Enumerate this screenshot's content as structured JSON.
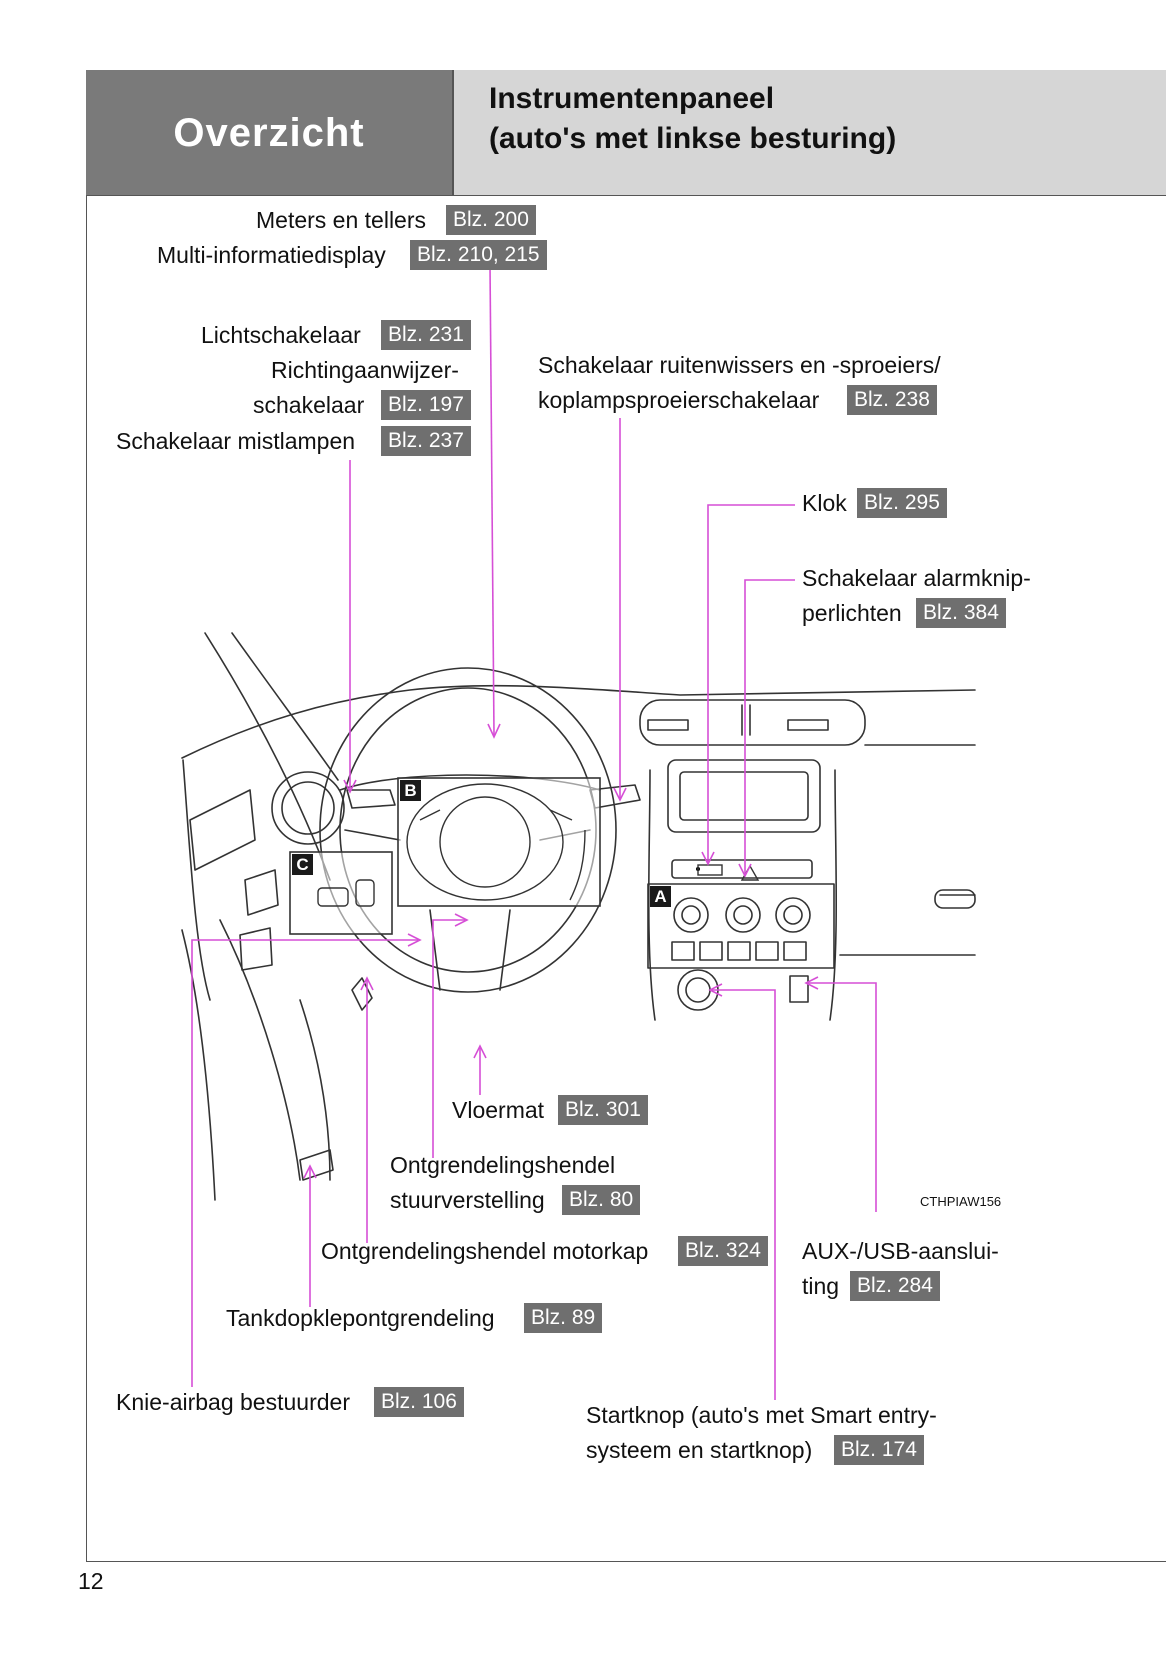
{
  "header": {
    "section": "Overzicht",
    "title_line1": "Instrumentenpaneel",
    "title_line2": "(auto's met linkse besturing)"
  },
  "callouts": {
    "meters": {
      "label": "Meters en tellers",
      "ref": "Blz. 200"
    },
    "multi": {
      "label": "Multi-informatiedisplay",
      "ref": "Blz. 210, 215"
    },
    "licht": {
      "label": "Lichtschakelaar",
      "ref": "Blz. 231"
    },
    "richting": {
      "line1": "Richtingaanwijzer-",
      "line2": "schakelaar",
      "ref": "Blz. 197"
    },
    "mist": {
      "label": "Schakelaar mistlampen",
      "ref": "Blz. 237"
    },
    "wissers": {
      "line1": "Schakelaar ruitenwissers en -sproeiers/",
      "line2": "koplampsproeierschakelaar",
      "ref": "Blz. 238"
    },
    "klok": {
      "label": "Klok",
      "ref": "Blz. 295"
    },
    "alarm": {
      "line1": "Schakelaar alarmknip-",
      "line2": "perlichten",
      "ref": "Blz. 384"
    },
    "vloermat": {
      "label": "Vloermat",
      "ref": "Blz. 301"
    },
    "stuur": {
      "line1": "Ontgrendelingshendel",
      "line2": "stuurverstelling",
      "ref": "Blz. 80"
    },
    "motorkap": {
      "label": "Ontgrendelingshendel motorkap",
      "ref": "Blz. 324"
    },
    "aux": {
      "line1": "AUX-/USB-aanslui-",
      "line2": "ting",
      "ref": "Blz. 284"
    },
    "tank": {
      "label": "Tankdopklepontgrendeling",
      "ref": "Blz. 89"
    },
    "knie": {
      "label": "Knie-airbag bestuurder",
      "ref": "Blz. 106"
    },
    "start": {
      "line1": "Startknop (auto's met Smart entry-",
      "line2": "systeem en startknop)",
      "ref": "Blz. 174"
    }
  },
  "figure": {
    "tags": {
      "a": "A",
      "b": "B",
      "c": "C"
    },
    "code": "CTHPIAW156",
    "leader_color": "#d64fd6"
  },
  "page_number": "12"
}
